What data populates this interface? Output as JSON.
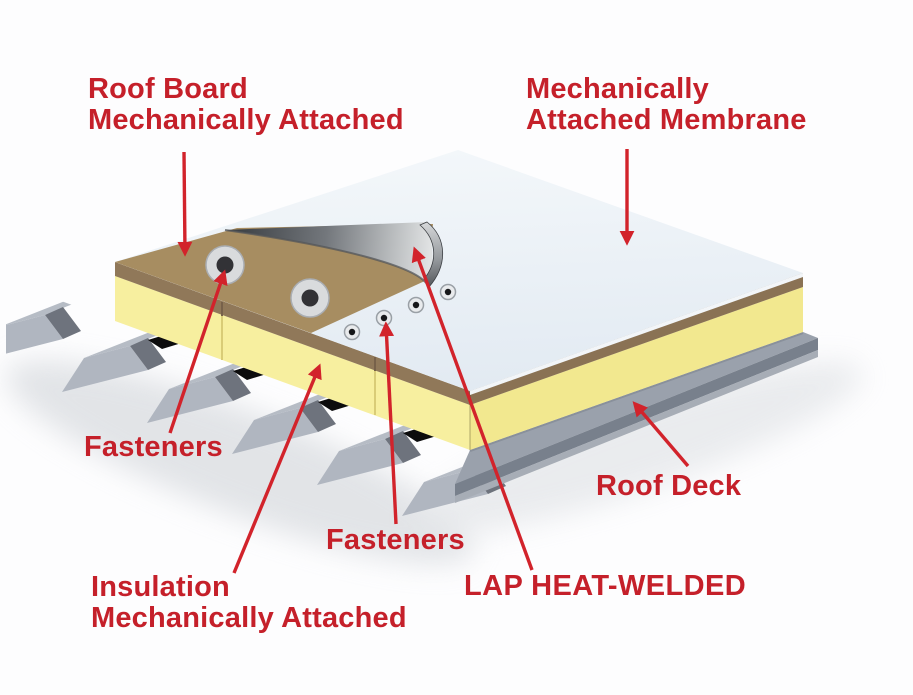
{
  "labels": {
    "roof_board": {
      "text": "Roof Board\nMechanically Attached"
    },
    "membrane": {
      "text": "Mechanically\nAttached Membrane"
    },
    "fasteners_left": {
      "text": "Fasteners"
    },
    "fasteners_bottom": {
      "text": "Fasteners"
    },
    "insulation": {
      "text": "Insulation\nMechanically Attached"
    },
    "lap_heat_welded": {
      "text": "LAP HEAT-WELDED"
    },
    "roof_deck": {
      "text": "Roof Deck"
    }
  },
  "colors": {
    "label_text": "#c5202a",
    "arrow": "#d2232b",
    "membrane_surface": "#eaf0f6",
    "membrane_underside": "#8d9196",
    "roof_board": "#a78d61",
    "roof_board_edge": "#8a7254",
    "insulation": "#f7ef9f",
    "deck": "#9aa1ac",
    "deck_edge": "#78808c",
    "fastener_ring": "#d9dbdd",
    "fastener_center": "#323236",
    "flute_gap": "#0c0c0d",
    "background": "#fdfdfe"
  }
}
